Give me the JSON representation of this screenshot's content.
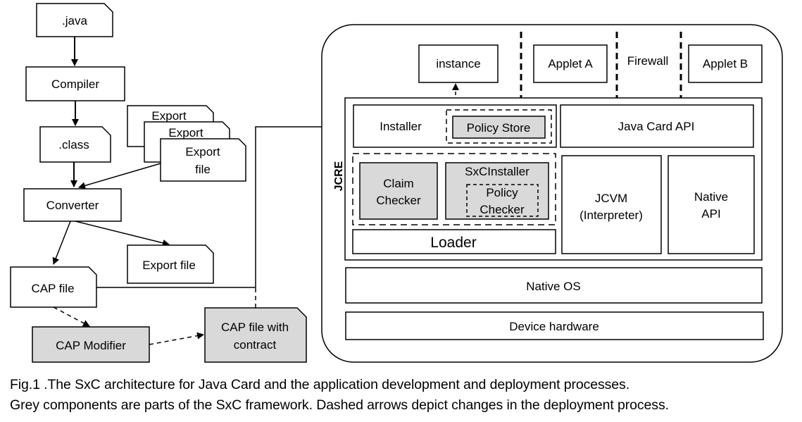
{
  "nodes": {
    "java": ".java",
    "compiler": "Compiler",
    "class": ".class",
    "export1": "Export",
    "export2": "Export",
    "export3_line1": "Export",
    "export3_line2": "file",
    "converter": "Converter",
    "export_file": "Export file",
    "cap_file": "CAP file",
    "cap_modifier": "CAP Modifier",
    "cap_contract_line1": "CAP file with",
    "cap_contract_line2": "contract"
  },
  "card": {
    "instance": "instance",
    "applet_a": "Applet A",
    "firewall": "Firewall",
    "applet_b": "Applet B",
    "jcre": "JCRE",
    "installer": "Installer",
    "policy_store": "Policy Store",
    "java_card_api": "Java Card API",
    "claim_checker_line1": "Claim",
    "claim_checker_line2": "Checker",
    "sxc_installer": "SxCInstaller",
    "policy_checker_line1": "Policy",
    "policy_checker_line2": "Checker",
    "jcvm_line1": "JCVM",
    "jcvm_line2": "(Interpreter)",
    "native_api_line1": "Native",
    "native_api_line2": "API",
    "loader": "Loader",
    "native_os": "Native OS",
    "device_hardware": "Device hardware"
  },
  "colors": {
    "sxc_grey": "#d9d9d9",
    "stroke": "#000000"
  },
  "caption": {
    "line1": "Fig.1 .The SxC architecture for Java Card and the application development and deployment processes.",
    "line2": "Grey components are parts of the SxC framework. Dashed arrows depict changes in the deployment process."
  }
}
